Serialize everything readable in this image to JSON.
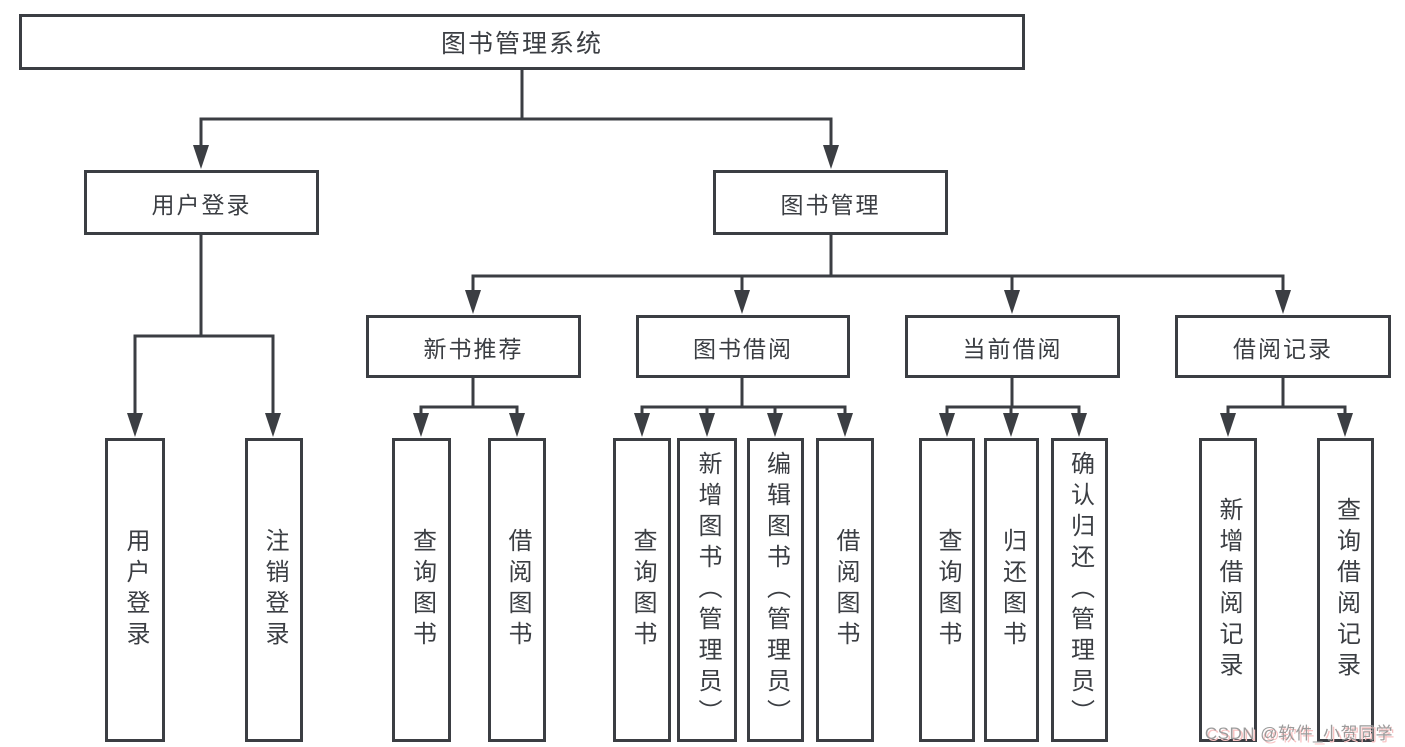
{
  "tree": {
    "label": "图书管理系统",
    "children": [
      {
        "label": "用户登录",
        "children": [
          {
            "label": "用户登录"
          },
          {
            "label": "注销登录"
          }
        ]
      },
      {
        "label": "图书管理",
        "children": [
          {
            "label": "新书推荐",
            "children": [
              {
                "label": "查询图书"
              },
              {
                "label": "借阅图书"
              }
            ]
          },
          {
            "label": "图书借阅",
            "children": [
              {
                "label": "查询图书"
              },
              {
                "label": "新增图书（管理员）"
              },
              {
                "label": "编辑图书（管理员）"
              },
              {
                "label": "借阅图书"
              }
            ]
          },
          {
            "label": "当前借阅",
            "children": [
              {
                "label": "查询图书"
              },
              {
                "label": "归还图书"
              },
              {
                "label": "确认归还（管理员）"
              }
            ]
          },
          {
            "label": "借阅记录",
            "children": [
              {
                "label": "新增借阅记录"
              },
              {
                "label": "查询借阅记录"
              }
            ]
          }
        ]
      }
    ]
  },
  "watermark": {
    "text": "CSDN @软件_小贺同学"
  },
  "colors": {
    "line": "#3b3e43",
    "node_text": "#3b3e43",
    "watermark_text": "#9b9b9b",
    "watermark_shadow": "#f8c3c3"
  }
}
